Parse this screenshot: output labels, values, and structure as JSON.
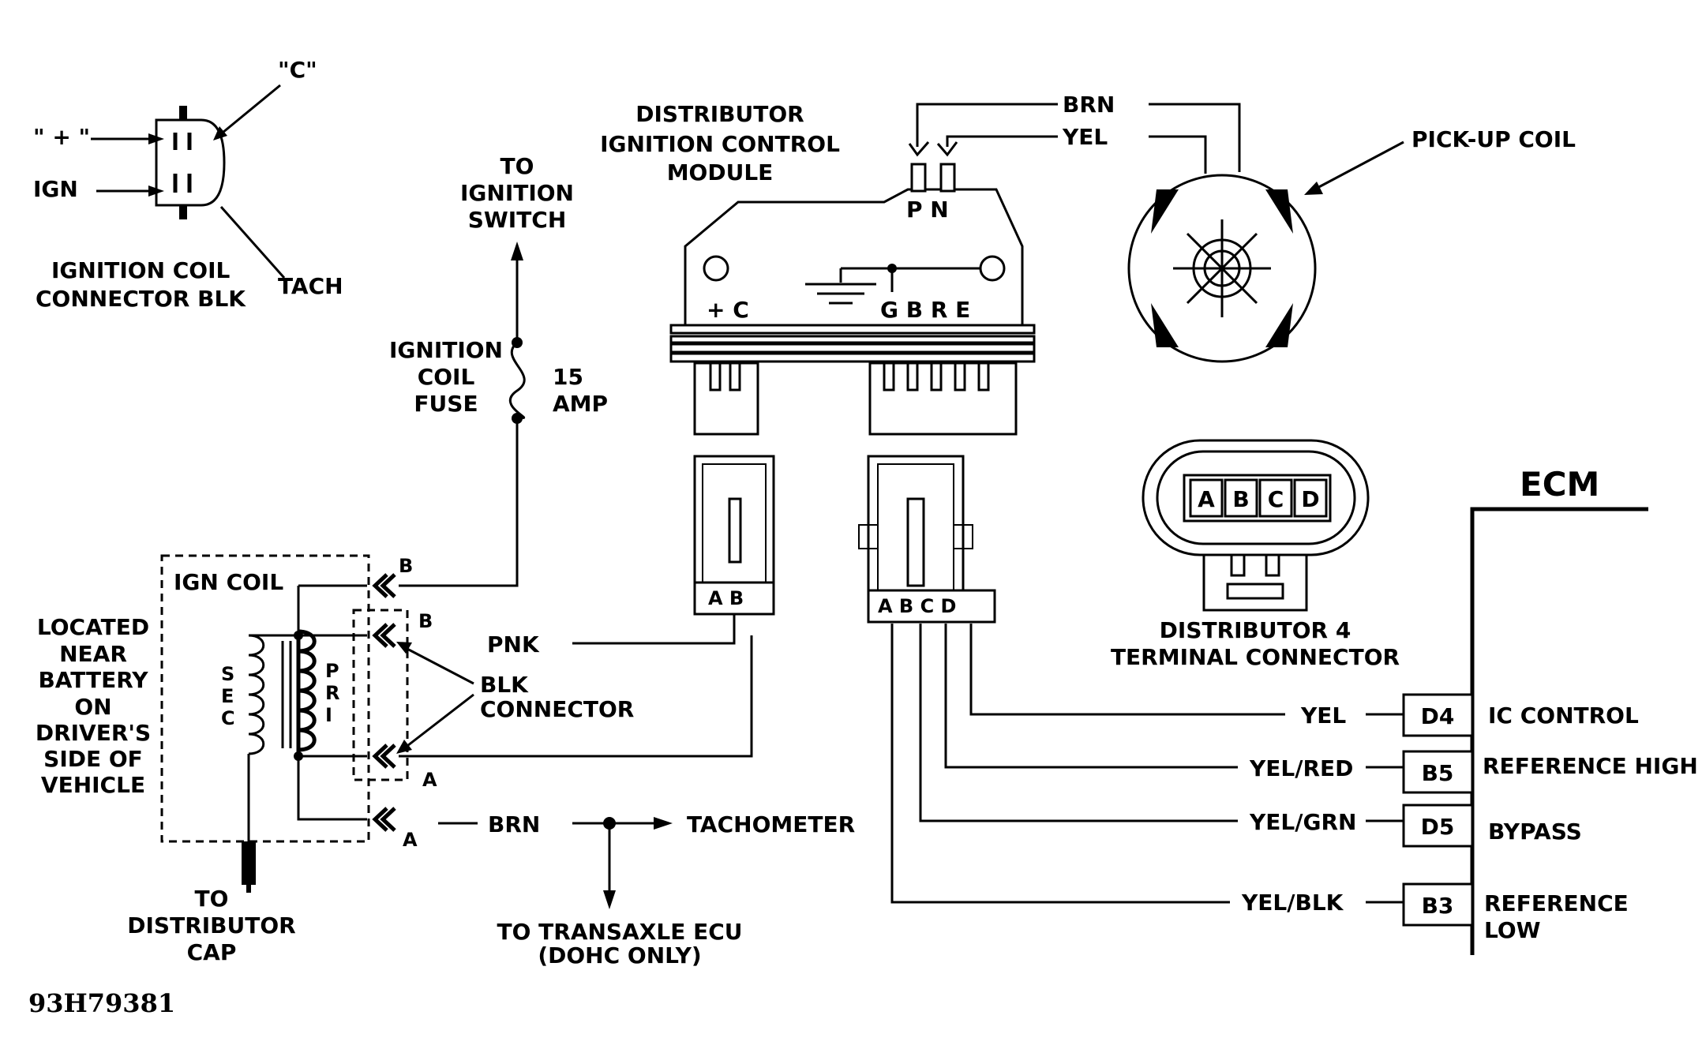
{
  "figure_id": "93H79381",
  "ignition_coil_connector": {
    "c_label": "\"C\"",
    "plus_label": "\" + \"",
    "ign_label": "IGN",
    "tach_label": "TACH",
    "title_line1": "IGNITION COIL",
    "title_line2": "CONNECTOR BLK"
  },
  "ignition_switch": {
    "line1": "TO",
    "line2": "IGNITION",
    "line3": "SWITCH"
  },
  "fuse": {
    "name_line1": "IGNITION",
    "name_line2": "COIL",
    "name_line3": "FUSE",
    "rating_line1": "15",
    "rating_line2": "AMP"
  },
  "module": {
    "title_line1": "DISTRIBUTOR",
    "title_line2": "IGNITION CONTROL",
    "title_line3": "MODULE",
    "top_pins": "P N",
    "left_pins": "+ C",
    "right_pins": "G B R E",
    "conn_left_pins": "A B",
    "conn_right_pins": "A B C D"
  },
  "pickup_coil": {
    "label": "PICK-UP COIL",
    "wire1": "BRN",
    "wire2": "YEL"
  },
  "dist_connector": {
    "pins": [
      "A",
      "B",
      "C",
      "D"
    ],
    "title_line1": "DISTRIBUTOR 4",
    "title_line2": "TERMINAL CONNECTOR"
  },
  "ign_coil": {
    "label": "IGN COIL",
    "sec_letters": [
      "S",
      "E",
      "C"
    ],
    "pri_letters": [
      "P",
      "R",
      "I"
    ],
    "term_b_outer": "B",
    "term_b_inner": "B",
    "term_a_inner": "A",
    "term_a_outer": "A",
    "location": [
      "LOCATED",
      "NEAR",
      "BATTERY",
      "ON",
      "DRIVER'S",
      "SIDE OF",
      "VEHICLE"
    ],
    "cap_line1": "TO",
    "cap_line2": "DISTRIBUTOR",
    "cap_line3": "CAP"
  },
  "blk_connector": {
    "line1": "BLK",
    "line2": "CONNECTOR"
  },
  "wires": {
    "pnk": "PNK",
    "brn": "BRN",
    "tachometer": "TACHOMETER",
    "transaxle_line1": "TO TRANSAXLE ECU",
    "transaxle_line2": "(DOHC ONLY)"
  },
  "ecm": {
    "title": "ECM",
    "rows": [
      {
        "wire": "YEL",
        "pin": "D4",
        "function_line1": "IC CONTROL",
        "function_line2": ""
      },
      {
        "wire": "YEL/RED",
        "pin": "B5",
        "function_line1": "REFERENCE HIGH",
        "function_line2": ""
      },
      {
        "wire": "YEL/GRN",
        "pin": "D5",
        "function_line1": "BYPASS",
        "function_line2": ""
      },
      {
        "wire": "YEL/BLK",
        "pin": "B3",
        "function_line1": "REFERENCE",
        "function_line2": "LOW"
      }
    ]
  }
}
